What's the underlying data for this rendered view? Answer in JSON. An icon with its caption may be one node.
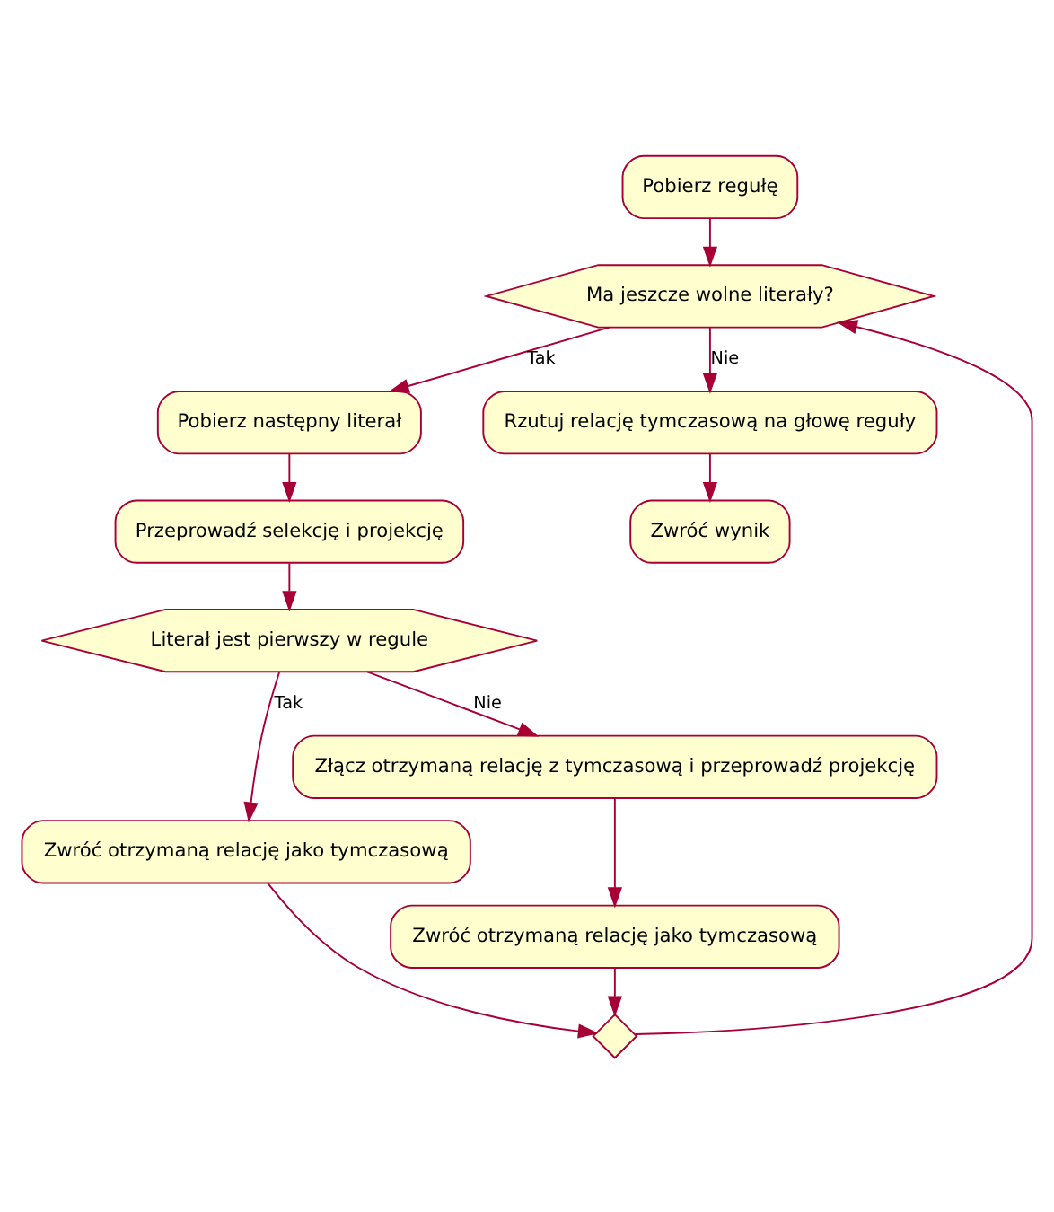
{
  "diagram": {
    "nodes": [
      {
        "text": [
          "Pobierz regułę"
        ]
      },
      {
        "text": [
          "Ma jeszcze wolne literały?"
        ]
      },
      {
        "text": [
          "Pobierz następny literał"
        ]
      },
      {
        "text": [
          "Przeprowadź selekcję i projekcję"
        ]
      },
      {
        "text": [
          "Literał jest pierwszy w regule"
        ]
      },
      {
        "text": [
          "Zwróć otrzymaną relację jako tymczasową"
        ]
      },
      {
        "text": [
          "Złącz otrzymaną relację z tymczasową i przeprowadź projekcję"
        ]
      },
      {
        "text": [
          "Zwróć otrzymaną relację jako tymczasową"
        ]
      },
      {
        "text": [],
        "shape": "diamond"
      },
      {
        "text": [
          "Rzutuj relację tymczasową na głowę reguły"
        ]
      },
      {
        "text": [
          "Zwróć wynik"
        ]
      }
    ],
    "edges": [
      {
        "from": 0,
        "to": 1,
        "arrow": "to"
      },
      {
        "from": 1,
        "to": 2,
        "arrow": "to",
        "label": "Tak"
      },
      {
        "from": 2,
        "to": 3,
        "arrow": "to"
      },
      {
        "from": 3,
        "to": 4,
        "arrow": "to"
      },
      {
        "from": 4,
        "to": 5,
        "arrow": "to",
        "label": "Tak"
      },
      {
        "from": 4,
        "to": 6,
        "arrow": "to",
        "label": "Nie"
      },
      {
        "from": 6,
        "to": 7,
        "arrow": "to"
      },
      {
        "from": 5,
        "to": 8,
        "arrow": "to"
      },
      {
        "from": 7,
        "to": 8,
        "arrow": "to"
      },
      {
        "from": 8,
        "to": 1,
        "arrow": "to"
      },
      {
        "from": 1,
        "to": 9,
        "arrow": "to",
        "label": "Nie"
      },
      {
        "from": 9,
        "to": 10,
        "arrow": "to"
      }
    ]
  }
}
